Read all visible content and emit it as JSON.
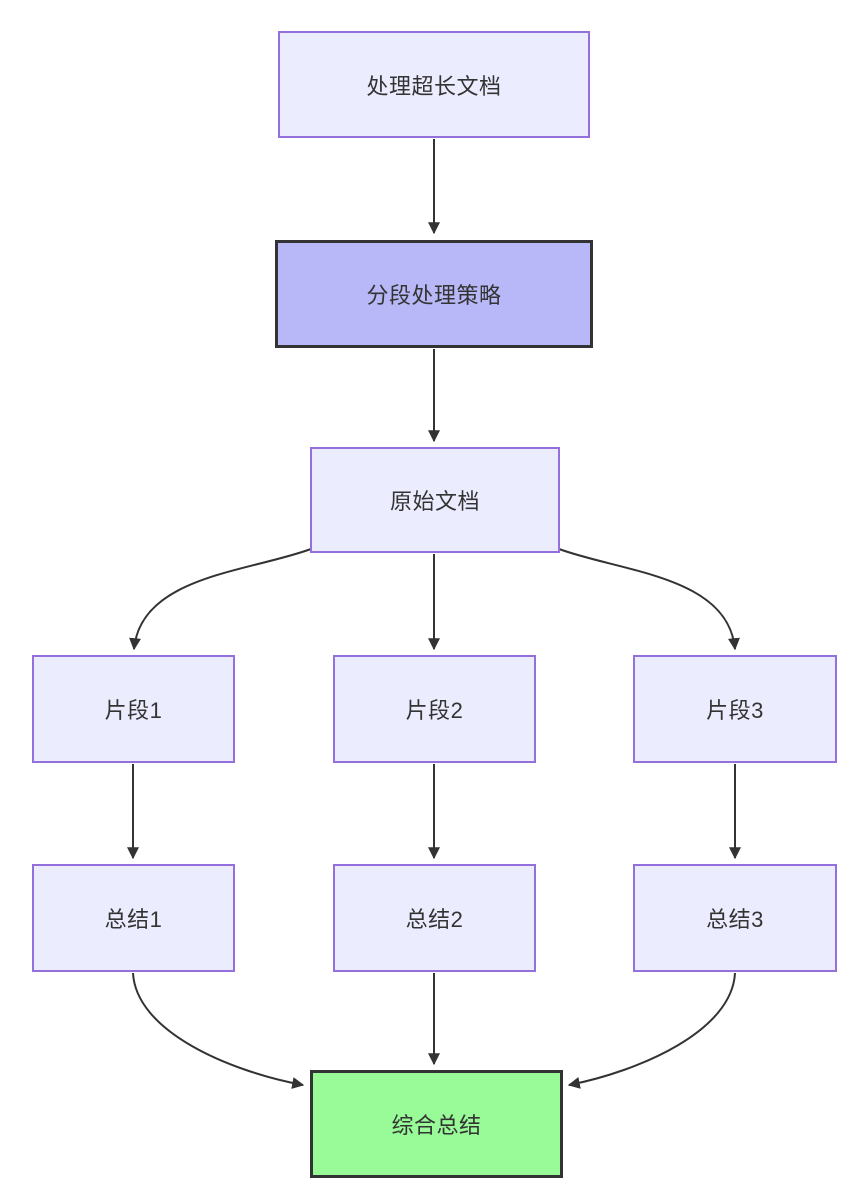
{
  "diagram": {
    "type": "flowchart",
    "direction": "top-down",
    "nodes": [
      {
        "id": "A",
        "label": "处理超长文档",
        "style": "default"
      },
      {
        "id": "B",
        "label": "分段处理策略",
        "style": "strategy"
      },
      {
        "id": "C",
        "label": "原始文档",
        "style": "default"
      },
      {
        "id": "P1",
        "label": "片段1",
        "style": "default"
      },
      {
        "id": "P2",
        "label": "片段2",
        "style": "default"
      },
      {
        "id": "P3",
        "label": "片段3",
        "style": "default"
      },
      {
        "id": "S1",
        "label": "总结1",
        "style": "default"
      },
      {
        "id": "S2",
        "label": "总结2",
        "style": "default"
      },
      {
        "id": "S3",
        "label": "总结3",
        "style": "default"
      },
      {
        "id": "G",
        "label": "综合总结",
        "style": "final"
      }
    ],
    "edges": [
      {
        "from": "A",
        "to": "B"
      },
      {
        "from": "B",
        "to": "C"
      },
      {
        "from": "C",
        "to": "P1"
      },
      {
        "from": "C",
        "to": "P2"
      },
      {
        "from": "C",
        "to": "P3"
      },
      {
        "from": "P1",
        "to": "S1"
      },
      {
        "from": "P2",
        "to": "S2"
      },
      {
        "from": "P3",
        "to": "S3"
      },
      {
        "from": "S1",
        "to": "G"
      },
      {
        "from": "S2",
        "to": "G"
      },
      {
        "from": "S3",
        "to": "G"
      }
    ],
    "colors": {
      "node_fill": "#ECECFF",
      "node_border": "#9370DB",
      "strategy_fill": "#B8B8F8",
      "strategy_border": "#333333",
      "final_fill": "#98FB98",
      "final_border": "#333333",
      "edge": "#333333",
      "text": "#333333",
      "background": "#FFFFFF"
    }
  }
}
